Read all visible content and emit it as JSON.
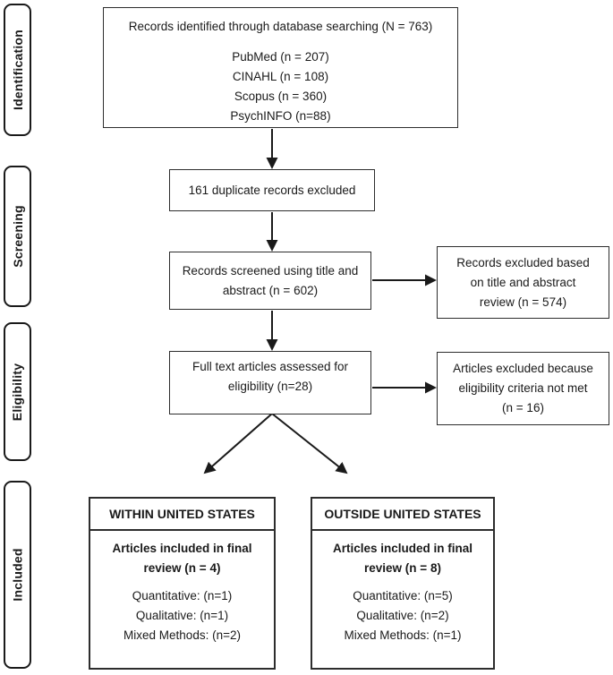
{
  "figure": {
    "type": "prisma-flow-diagram"
  },
  "colors": {
    "background": "#ffffff",
    "border": "#2d2d2d",
    "text": "#1a1a1a"
  },
  "sidebar": {
    "stages": [
      {
        "label": "Identification"
      },
      {
        "label": "Screening"
      },
      {
        "label": "Eligibility"
      },
      {
        "label": "Included"
      }
    ]
  },
  "flow": {
    "identified": {
      "title": "Records identified through database searching (N = 763)",
      "sources": [
        "PubMed (n = 207)",
        "CINAHL (n = 108)",
        "Scopus (n = 360)",
        "PsychINFO (n=88)"
      ]
    },
    "duplicates": {
      "text": "161 duplicate records excluded"
    },
    "screened": {
      "lines": [
        "Records screened using title and",
        "abstract (n = 602)"
      ]
    },
    "screened_excluded": {
      "lines": [
        "Records excluded based",
        "on title and abstract",
        "review (n = 574)"
      ]
    },
    "fulltext": {
      "lines": [
        "Full text articles assessed for",
        "eligibility (n=28)"
      ]
    },
    "fulltext_excluded": {
      "lines": [
        "Articles excluded because",
        "eligibility criteria not met",
        "(n = 16)"
      ]
    },
    "within_us": {
      "header": "WITHIN UNITED STATES",
      "included_lines": [
        "Articles included in final",
        "review (n = 4)"
      ],
      "breakdown": [
        "Quantitative: (n=1)",
        "Qualitative: (n=1)",
        "Mixed Methods: (n=2)"
      ]
    },
    "outside_us": {
      "header": "OUTSIDE UNITED STATES",
      "included_lines": [
        "Articles included in final",
        "review (n = 8)"
      ],
      "breakdown": [
        "Quantitative: (n=5)",
        "Qualitative: (n=2)",
        "Mixed Methods: (n=1)"
      ]
    }
  }
}
